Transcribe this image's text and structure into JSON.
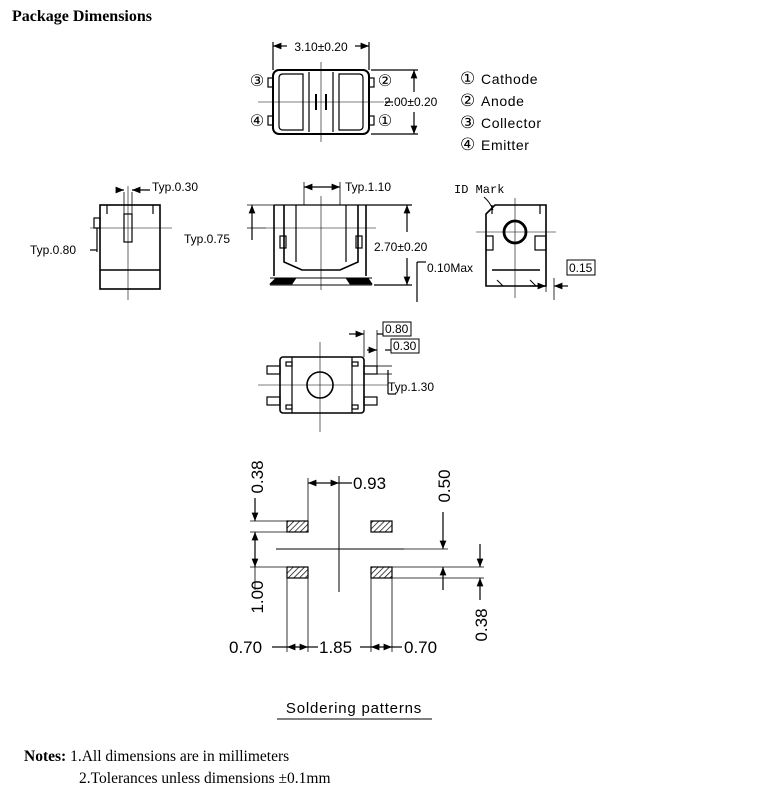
{
  "title": "Package Dimensions",
  "top_view": {
    "width_dim": "3.10±0.20",
    "height_dim": "2.00±0.20",
    "pin_left_top": "③",
    "pin_left_bottom": "④",
    "pin_right_top": "②",
    "pin_right_bottom": "①"
  },
  "pin_legend": [
    {
      "num": "①",
      "name": "Cathode"
    },
    {
      "num": "②",
      "name": "Anode"
    },
    {
      "num": "③",
      "name": "Collector"
    },
    {
      "num": "④",
      "name": "Emitter"
    }
  ],
  "side_view": {
    "typ_030": "Typ.0.30",
    "typ_080": "Typ.0.80"
  },
  "front_view": {
    "typ_110": "Typ.1.10",
    "typ_075": "Typ.0.75",
    "height_dim": "2.70±0.20",
    "max_010": "0.10Max"
  },
  "end_view": {
    "id_mark": "ID Mark",
    "dim_015": "0.15"
  },
  "bottom_view": {
    "dim_080": "0.80",
    "dim_030": "0.30",
    "typ_130": "Typ.1.30"
  },
  "solder": {
    "d_038_top": "0.38",
    "d_093": "0.93",
    "d_050": "0.50",
    "d_100": "1.00",
    "d_038_bottom": "0.38",
    "d_070_left": "0.70",
    "d_185": "1.85",
    "d_070_right": "0.70",
    "caption": "Soldering patterns"
  },
  "notes": {
    "label": "Notes:",
    "line1": "1.All dimensions are in millimeters",
    "line2": "2.Tolerances unless dimensions ±0.1mm"
  }
}
